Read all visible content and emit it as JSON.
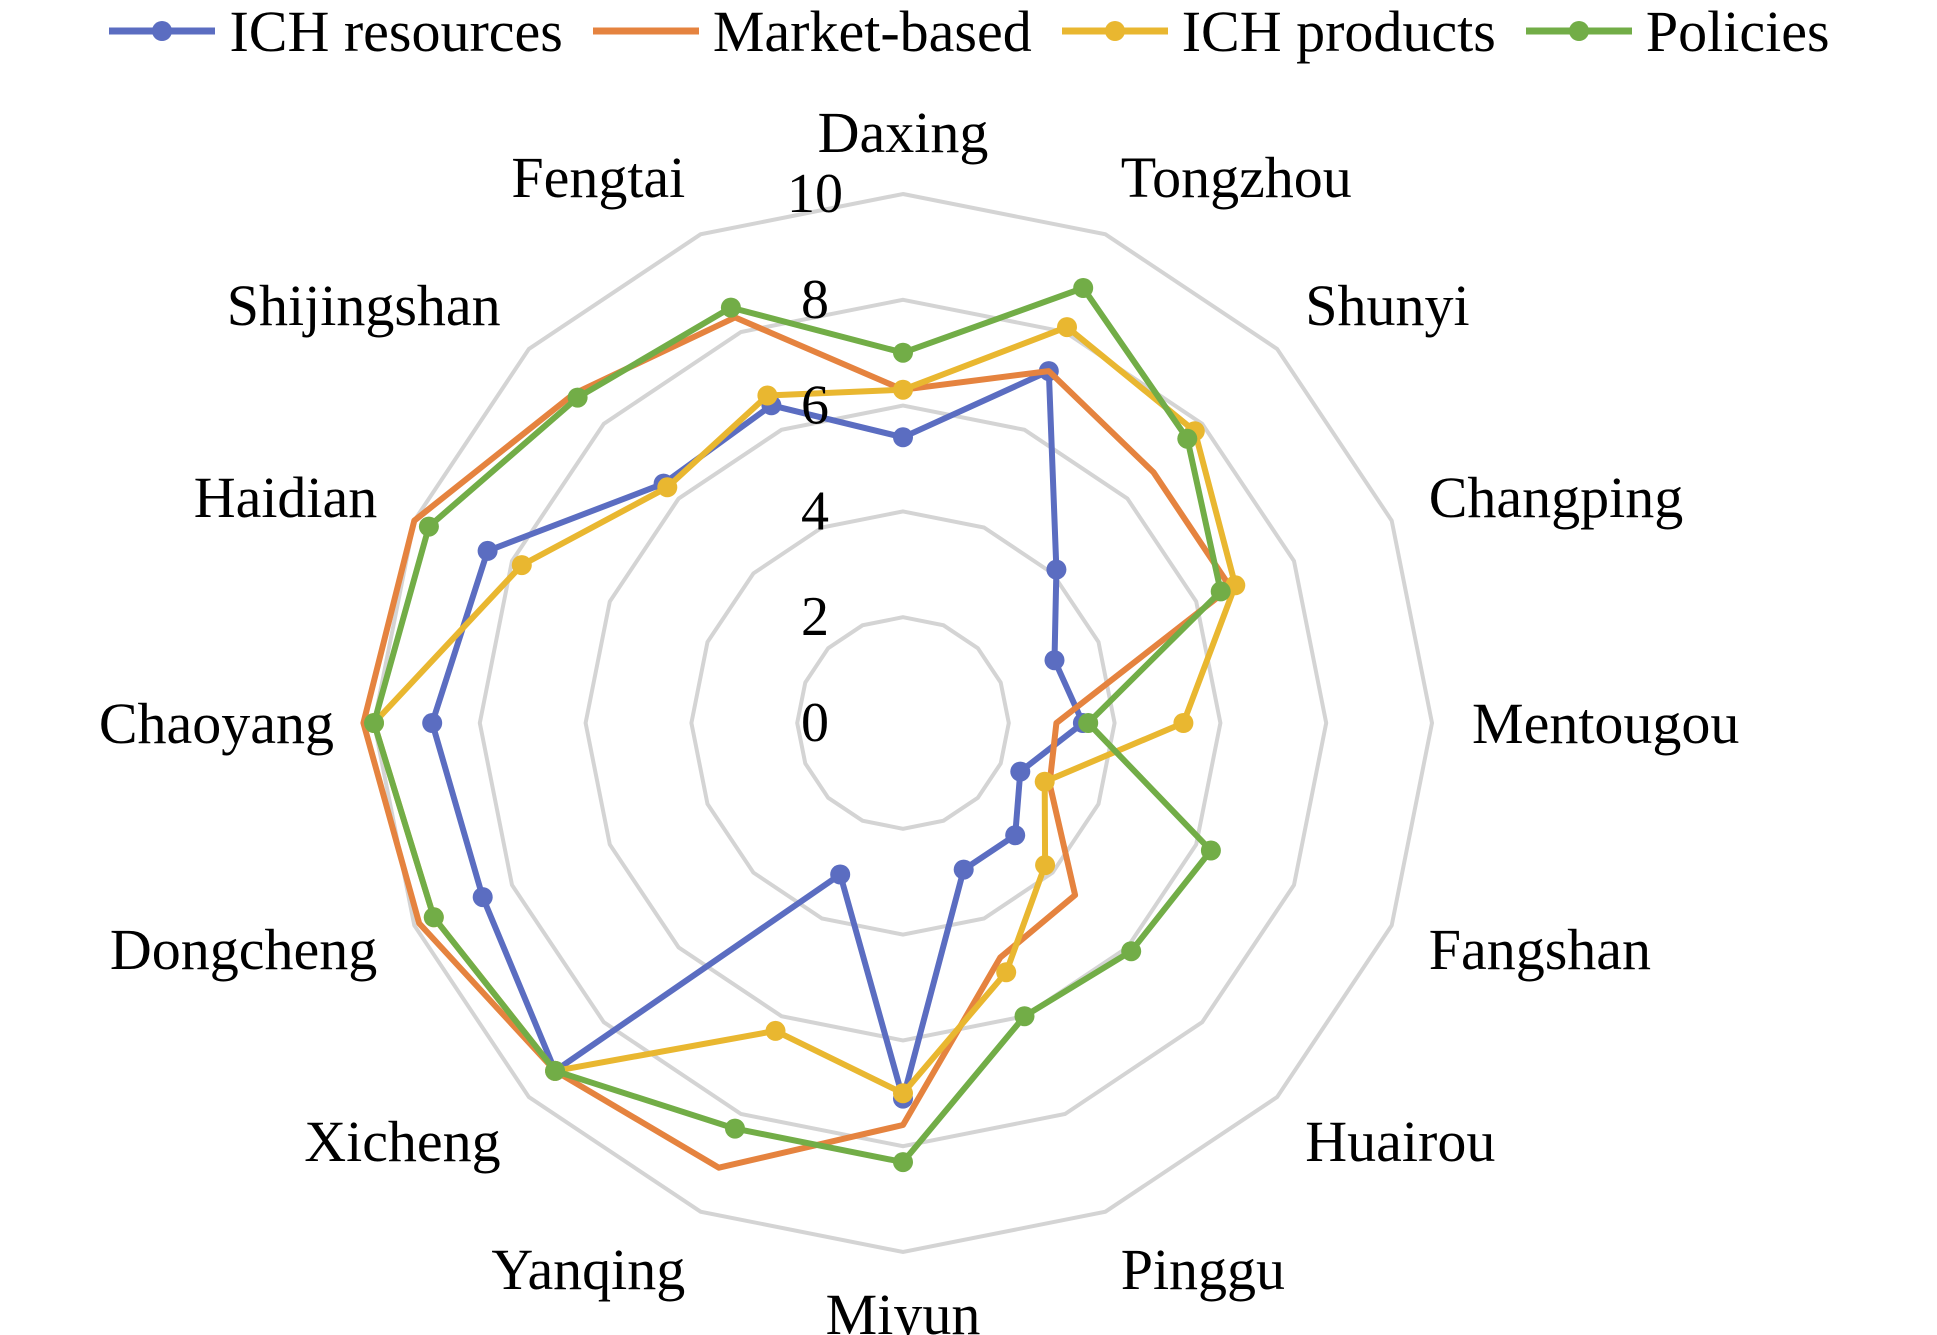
{
  "chart_data": {
    "type": "radar",
    "categories": [
      "Daxing",
      "Tongzhou",
      "Shunyi",
      "Changping",
      "Mentougou",
      "Fangshan",
      "Huairou",
      "Pinggu",
      "Miyun",
      "Yanqing",
      "Xicheng",
      "Dongcheng",
      "Chaoyang",
      "Haidian",
      "Shijingshan",
      "Fengtai"
    ],
    "axis": {
      "min": 0,
      "max": 10,
      "ticks": [
        "0",
        "2",
        "4",
        "6",
        "8",
        "10"
      ]
    },
    "grid": true,
    "legend_position": "top",
    "series": [
      {
        "name": "ICH resources",
        "color": "#5b6dc1",
        "values": [
          5.4,
          7.2,
          4.1,
          3.1,
          3.4,
          2.4,
          3.0,
          3.0,
          7.1,
          3.1,
          9.3,
          8.6,
          8.9,
          8.5,
          6.4,
          6.5
        ]
      },
      {
        "name": "Market-based",
        "color": "#e5833f",
        "values": [
          6.3,
          7.2,
          6.7,
          6.7,
          2.9,
          3.0,
          4.6,
          4.8,
          7.6,
          9.1,
          9.3,
          9.9,
          10.2,
          10.0,
          8.8,
          8.3
        ]
      },
      {
        "name": "ICH products",
        "color": "#e9b730",
        "values": [
          6.3,
          8.1,
          7.8,
          6.8,
          5.3,
          2.9,
          3.8,
          5.1,
          7.0,
          6.3,
          9.3,
          9.6,
          10.0,
          7.8,
          6.3,
          6.7
        ]
      },
      {
        "name": "Policies",
        "color": "#72ad47",
        "values": [
          7.0,
          8.9,
          7.6,
          6.5,
          3.5,
          6.3,
          6.1,
          6.0,
          8.3,
          8.3,
          9.3,
          9.6,
          10.0,
          9.7,
          8.7,
          8.5
        ]
      }
    ]
  }
}
